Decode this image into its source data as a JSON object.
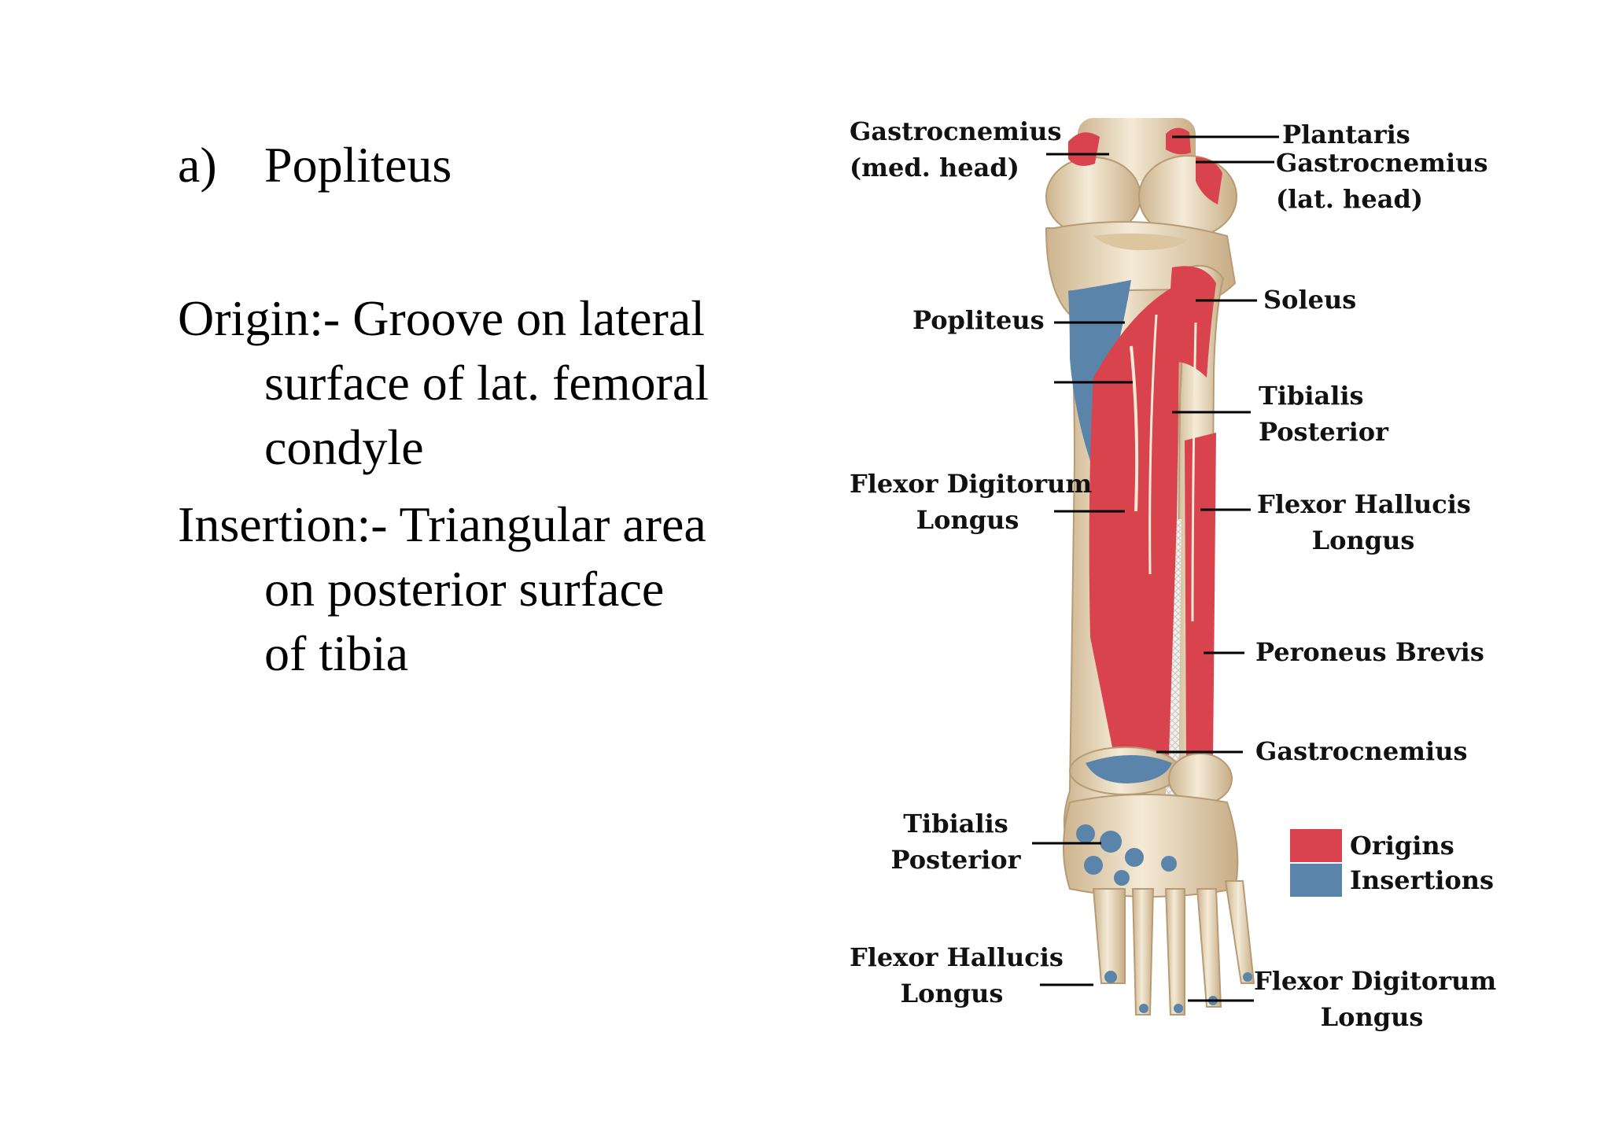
{
  "heading": {
    "marker": "a)",
    "title": "Popliteus"
  },
  "origin": {
    "label": "Origin:-",
    "line1": "Groove on lateral",
    "line2": "surface of lat. femoral",
    "line3": "condyle"
  },
  "insertion": {
    "label": "Insertion:-",
    "line1": "Triangular area",
    "line2": "on posterior surface",
    "line3": "of tibia"
  },
  "figure": {
    "labels": {
      "gastro_med_1": "Gastrocnemius",
      "gastro_med_2": "(med. head)",
      "plantaris": "Plantaris",
      "gastro_lat_1": "Gastrocnemius",
      "gastro_lat_2": "(lat. head)",
      "soleus": "Soleus",
      "popliteus": "Popliteus",
      "tibialis_post_1": "Tibialis",
      "tibialis_post_2": "Posterior",
      "fdl_1": "Flexor Digitorum",
      "fdl_2": "Longus",
      "fhl_1": "Flexor Hallucis",
      "fhl_2": "Longus",
      "peroneus_brevis": "Peroneus Brevis",
      "gastrocnemius": "Gastrocnemius",
      "tp_foot_1": "Tibialis",
      "tp_foot_2": "Posterior",
      "fhl_foot_1": "Flexor Hallucis",
      "fhl_foot_2": "Longus",
      "fdl_foot_1": "Flexor Digitorum",
      "fdl_foot_2": "Longus"
    },
    "legend": [
      {
        "label": "Origins",
        "color": "#d8434e"
      },
      {
        "label": "Insertions",
        "color": "#5b84aa"
      }
    ],
    "colors": {
      "bone": "#efe3cc",
      "bone_shadow": "#cdb48e",
      "origin": "#d8434e",
      "insertion": "#5b84aa"
    }
  }
}
